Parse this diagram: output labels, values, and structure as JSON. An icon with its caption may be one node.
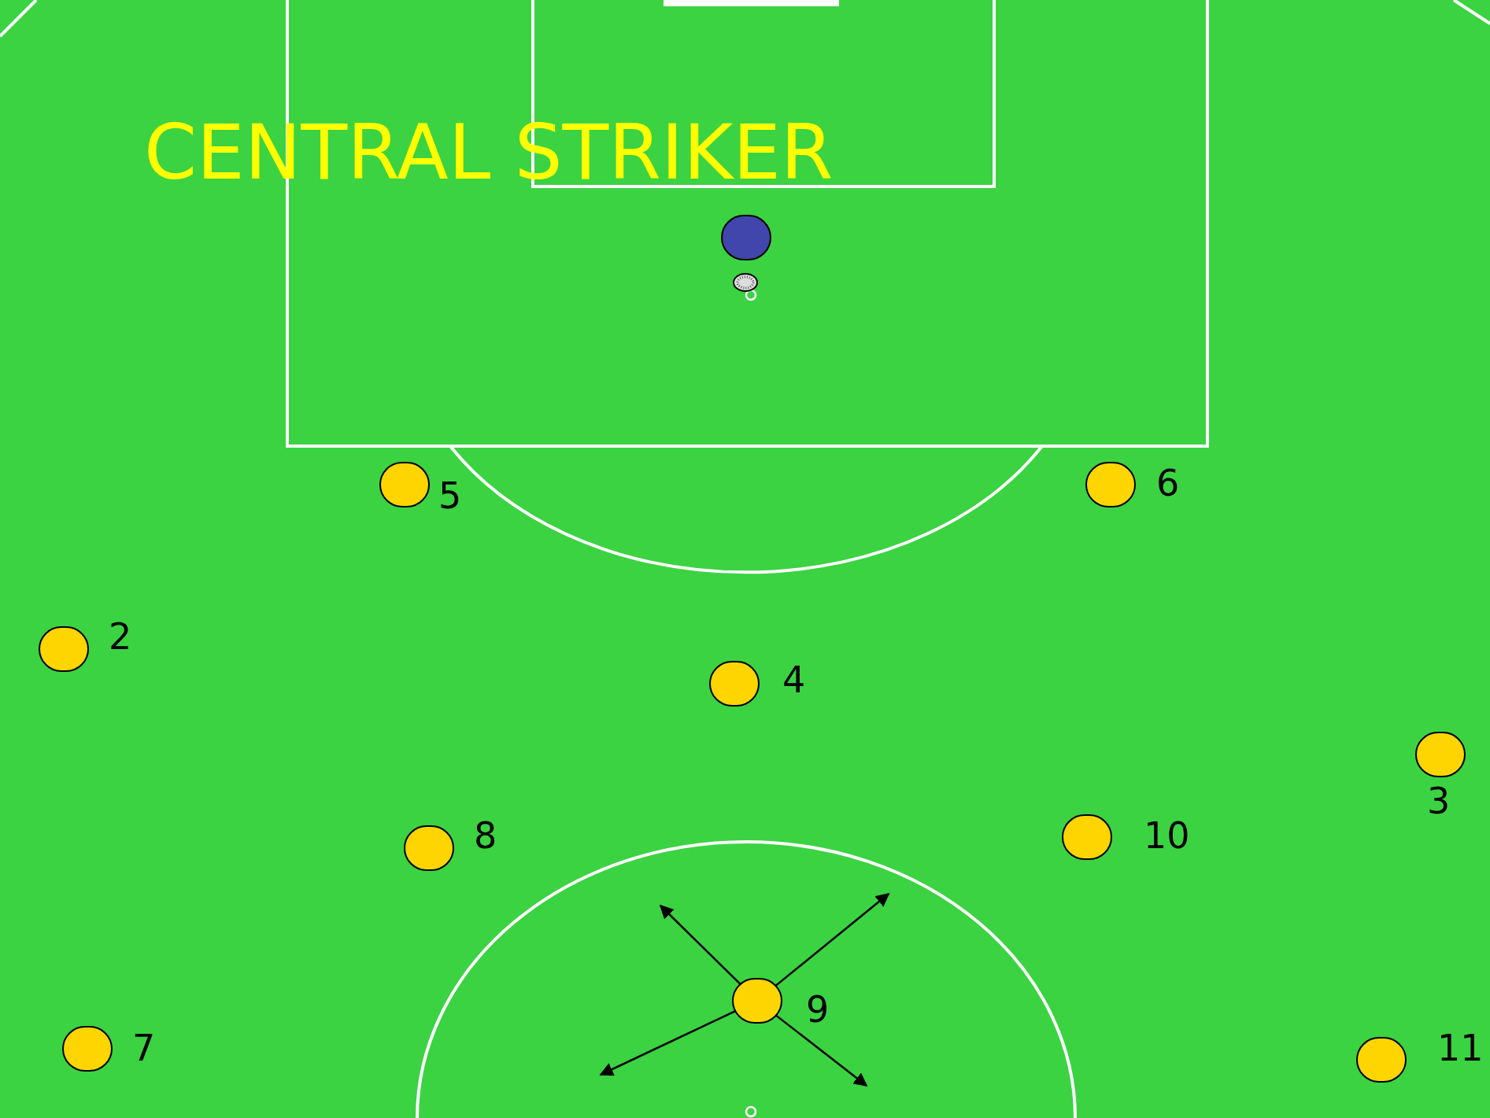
{
  "diagram": {
    "title": "CENTRAL STRIKER",
    "nodes": [
      {
        "text": [],
        "shape": "circle"
      },
      {
        "text": [],
        "shape": "circle",
        "beside": [
          "5"
        ]
      },
      {
        "text": [],
        "shape": "circle",
        "beside": [
          "6"
        ]
      },
      {
        "text": [],
        "shape": "circle",
        "beside": [
          "2"
        ]
      },
      {
        "text": [],
        "shape": "circle",
        "beside": [
          "4"
        ]
      },
      {
        "text": [],
        "shape": "circle",
        "beside": [
          "3"
        ]
      },
      {
        "text": [],
        "shape": "circle",
        "beside": [
          "8"
        ]
      },
      {
        "text": [],
        "shape": "circle",
        "beside": [
          "10"
        ]
      },
      {
        "text": [],
        "shape": "circle",
        "beside": [
          "9"
        ]
      },
      {
        "text": [],
        "shape": "circle",
        "beside": [
          "7"
        ]
      },
      {
        "text": [],
        "shape": "circle",
        "beside": [
          "11"
        ]
      }
    ],
    "edges": [
      {
        "from": 8,
        "to": null,
        "arrow": "to"
      },
      {
        "from": 8,
        "to": null,
        "arrow": "to"
      },
      {
        "from": 8,
        "to": null,
        "arrow": "to"
      },
      {
        "from": 8,
        "to": null,
        "arrow": "to"
      }
    ]
  }
}
